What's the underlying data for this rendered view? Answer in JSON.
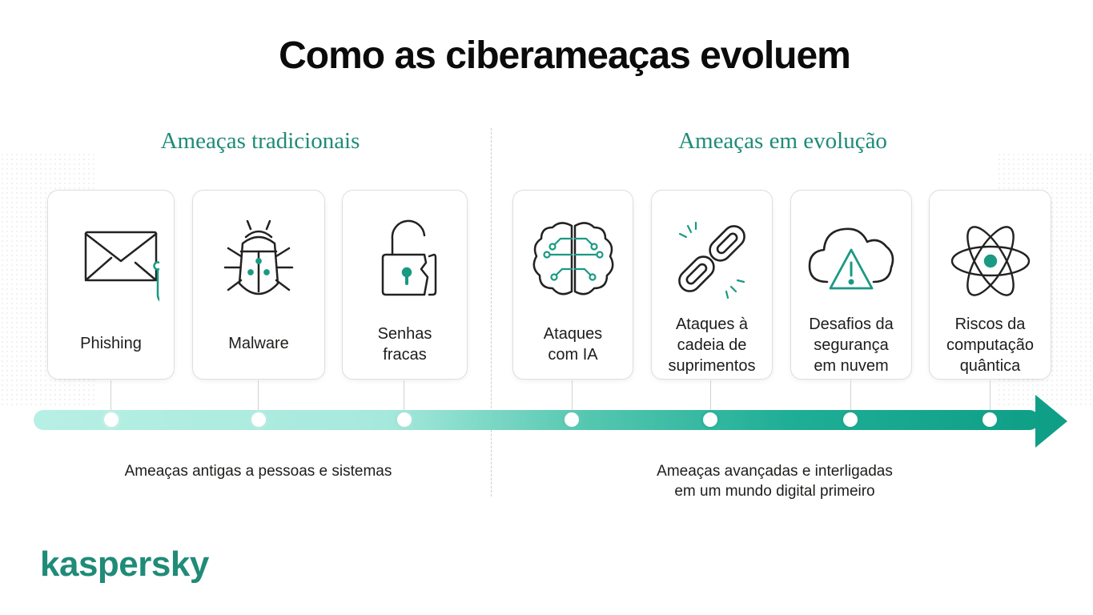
{
  "title": "Como as ciberameaças evoluem",
  "sections": {
    "traditional": {
      "title": "Ameaças tradicionais",
      "caption": "Ameaças antigas a pessoas e sistemas",
      "cards": [
        {
          "label": "Phishing",
          "icon": "envelope-hook-icon"
        },
        {
          "label": "Malware",
          "icon": "bug-icon"
        },
        {
          "label": "Senhas\nfracas",
          "icon": "broken-padlock-icon"
        }
      ]
    },
    "evolving": {
      "title": "Ameaças em evolução",
      "caption": "Ameaças avançadas e interligadas\nem um mundo digital primeiro",
      "cards": [
        {
          "label": "Ataques\ncom IA",
          "icon": "ai-brain-circuit-icon"
        },
        {
          "label": "Ataques à\ncadeia de\nsuprimentos",
          "icon": "broken-chain-icon"
        },
        {
          "label": "Desafios da\nsegurança\nem nuvem",
          "icon": "cloud-warning-icon"
        },
        {
          "label": "Riscos da\ncomputação\nquântica",
          "icon": "atom-icon"
        }
      ]
    }
  },
  "brand": "kaspersky",
  "colors": {
    "accent": "#1f8b78",
    "timeline_light": "#b7efe4",
    "timeline_dark": "#0f9f87",
    "text": "#1d1d1b"
  }
}
